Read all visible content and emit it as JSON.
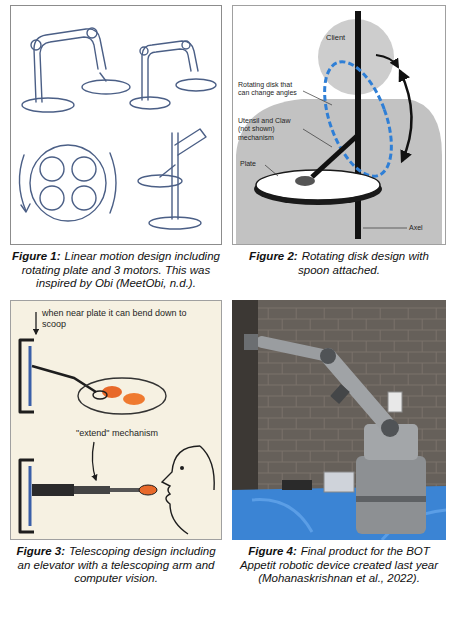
{
  "diagram": {
    "nodes": [
      {
        "text": [
          "Figure 1:",
          "Linear motion design including rotating plate and 3 motors. This was inspired by Obi (MeetObi, n.d.)."
        ]
      },
      {
        "text": [
          "Figure 2:",
          "Rotating disk design with spoon attached."
        ]
      },
      {
        "text": [
          "Figure 3:",
          "Telescoping design including an elevator with a telescoping arm and computer vision."
        ]
      },
      {
        "text": [
          "Figure 4:",
          "Final product for the BOT Appetit robotic device created last year (Mohanaskrishnan et al., 2022)."
        ]
      }
    ],
    "labels": [
      "Client",
      "Rotating disk that can change angles",
      "Utensil and Claw (not shown) mechanism",
      "Plate",
      "Axel",
      "when near plate it can bend down to scoop",
      "\"extend\" mechanism"
    ]
  }
}
